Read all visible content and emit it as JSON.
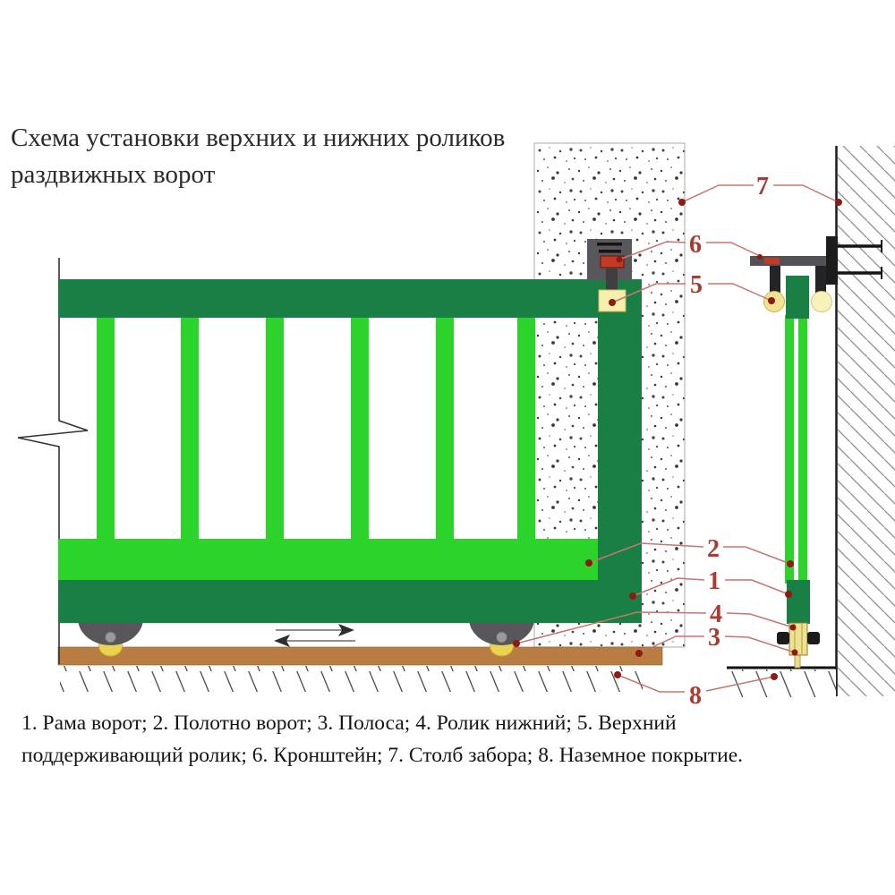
{
  "header": {
    "title": "Схема установки верхних и нижних роликов раздвижных ворот"
  },
  "legend": {
    "text": "1. Рама ворот; 2. Полотно ворот; 3. Полоса; 4. Ролик нижний; 5. Верхний поддерживающий ролик; 6. Кронштейн; 7. Столб забора; 8. Наземное покрытие.",
    "items": [
      {
        "number": "1",
        "label": "Рама ворот"
      },
      {
        "number": "2",
        "label": "Полотно ворот"
      },
      {
        "number": "3",
        "label": "Полоса"
      },
      {
        "number": "4",
        "label": "Ролик нижний"
      },
      {
        "number": "5",
        "label": "Верхний поддерживающий ролик"
      },
      {
        "number": "6",
        "label": "Кронштейн"
      },
      {
        "number": "7",
        "label": "Столб забора"
      },
      {
        "number": "8",
        "label": "Наземное покрытие"
      }
    ]
  },
  "callouts": [
    {
      "number": "1",
      "label": "Рама ворот"
    },
    {
      "number": "2",
      "label": "Полотно ворот"
    },
    {
      "number": "3",
      "label": "Полоса"
    },
    {
      "number": "4",
      "label": "Ролик нижний"
    },
    {
      "number": "5",
      "label": "Верхний поддерживающий ролик"
    },
    {
      "number": "6",
      "label": "Кронштейн"
    },
    {
      "number": "7",
      "label": "Столб забора"
    },
    {
      "number": "8",
      "label": "Наземное покрытие"
    }
  ],
  "colors": {
    "frame_dark_green": "#1a7f44",
    "leaf_light_green": "#2bd32b",
    "strip_brown": "#b97c41",
    "callout_red": "#a93c32",
    "leader_pink": "#c4766f",
    "roller_yellow": "#f1e394",
    "bracket_gray": "#525256"
  }
}
